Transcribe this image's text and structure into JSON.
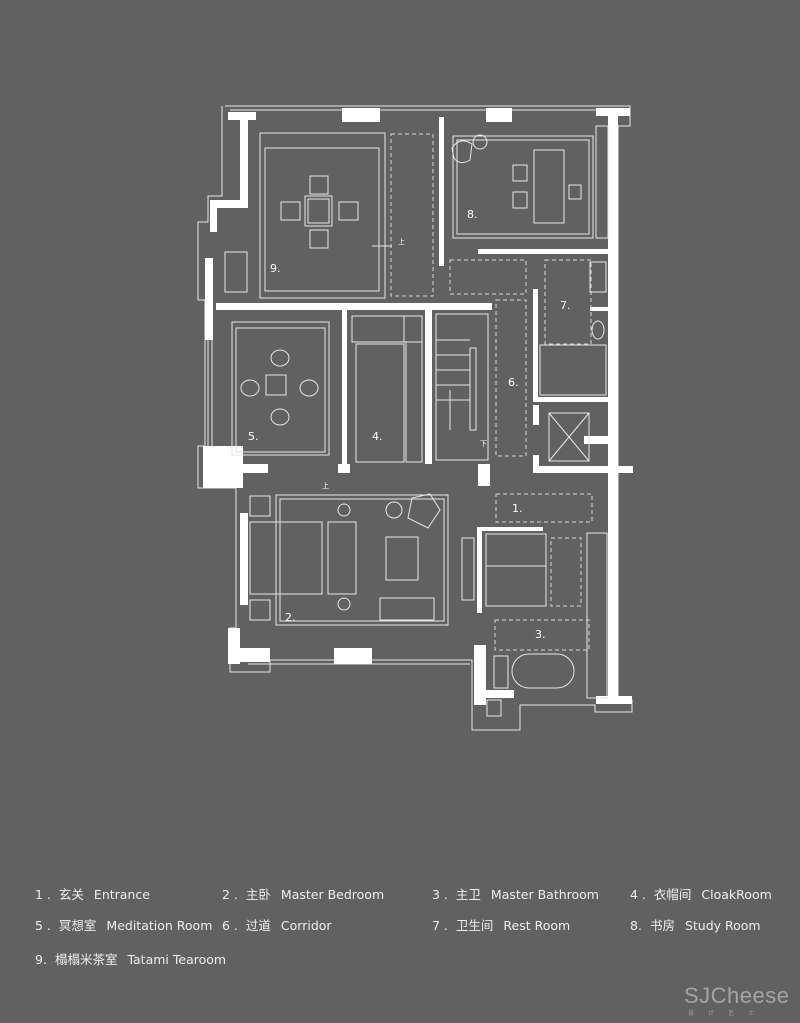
{
  "plan": {
    "room_labels": [
      "1.",
      "2.",
      "3.",
      "4.",
      "5.",
      "6.",
      "7.",
      "8.",
      "9."
    ],
    "stair_up": "上",
    "stair_down": "下"
  },
  "legend": [
    {
      "num": "1 .",
      "zh": "玄关",
      "en": "Entrance"
    },
    {
      "num": "2 .",
      "zh": "主卧",
      "en": "Master  Bedroom"
    },
    {
      "num": "3 .",
      "zh": "主卫",
      "en": "Master  Bathroom"
    },
    {
      "num": "4 .",
      "zh": "衣帽间",
      "en": "CloakRoom"
    },
    {
      "num": "5 .",
      "zh": "冥想室",
      "en": "Meditation Room"
    },
    {
      "num": "6 .",
      "zh": "过道",
      "en": "Corridor"
    },
    {
      "num": "7 .",
      "zh": "卫生间",
      "en": "Rest Room"
    },
    {
      "num": "8.",
      "zh": "书房",
      "en": "Study Room"
    },
    {
      "num": "9.",
      "zh": "榻榻米茶室",
      "en": "Tatami Tearoom"
    }
  ],
  "watermark": {
    "brand": "SJCheese",
    "sub": "设计艺士"
  },
  "colors": {
    "background": "#616161",
    "walls": "#ffffff",
    "lines": "#e6e6e6"
  }
}
